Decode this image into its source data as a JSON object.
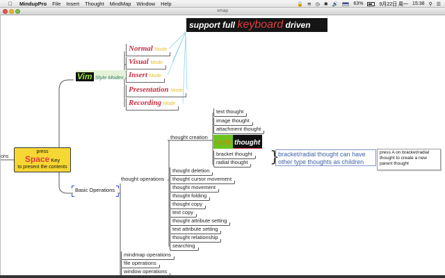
{
  "menubar": {
    "apple_icon": "apple-icon",
    "app_name": "MindupPro",
    "items": [
      "File",
      "Insert",
      "Thought",
      "MindMap",
      "Window",
      "Help"
    ],
    "status": {
      "battery_percent": "63%",
      "date": "9月22日 周一",
      "time": "15:38"
    }
  },
  "window": {
    "title": "xmap"
  },
  "mindmap": {
    "banner": {
      "pre": "support full",
      "keyword": "keyboard",
      "post": "driven"
    },
    "vim": {
      "badge": "Vim",
      "label": "Style Modes"
    },
    "modes": [
      {
        "name": "Normal",
        "suffix": "Mode"
      },
      {
        "name": "Visual",
        "suffix": "Mode"
      },
      {
        "name": "Insert",
        "suffix": "Mode"
      },
      {
        "name": "Presentation",
        "suffix": "Mode"
      },
      {
        "name": "Recording",
        "suffix": "Mode"
      }
    ],
    "edge_fragment": "ons",
    "central": {
      "line1": "press",
      "space": "Space",
      "key": "Key",
      "line3": "to present the contents"
    },
    "basic_operations": "Basic Operations",
    "thought_operations": "thought operations",
    "thought_creation": "thought creation",
    "creation_items": [
      "text thought",
      "image thought",
      "attachment thought",
      "bracket thought",
      "radial thought"
    ],
    "math": {
      "left": "math",
      "right": "thought"
    },
    "ops_items": [
      "thought deletion",
      "thought cursor movement",
      "thought movement",
      "thought folding",
      "thought copy",
      "text copy",
      "thought attribute setting",
      "text attribute setting",
      "thought relationship",
      "searching"
    ],
    "other_ops": [
      "mindmap operations",
      "file operations",
      "window operations"
    ],
    "note_bracket": "bracket/radial thought can have other type thoughts as children",
    "note_tip": "press A on bracket/radial thought to create a new parent thought"
  },
  "colors": {
    "accent_red": "#e23b3b",
    "central_fill": "#f6d733",
    "note_blue": "#3f61a7",
    "vim_green": "#9fe03d"
  }
}
